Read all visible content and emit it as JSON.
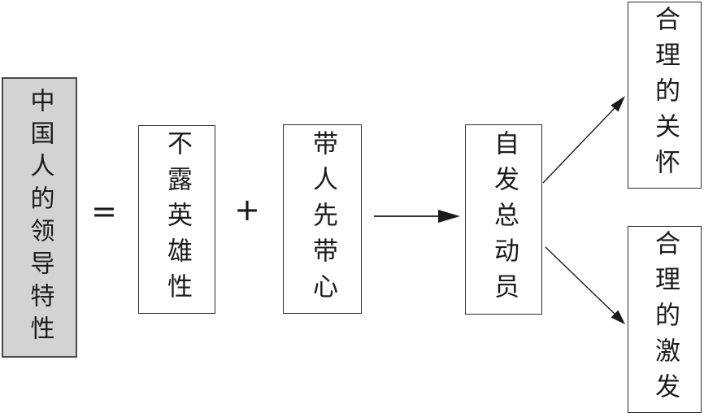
{
  "diagram": {
    "boxes": {
      "leadership": {
        "label": "中国人的领导特性"
      },
      "heroism": {
        "label": "不露英雄性"
      },
      "heart": {
        "label": "带人先带心"
      },
      "mobilization": {
        "label": "自发总动员"
      },
      "care": {
        "label": "合理的关怀"
      },
      "stimulation": {
        "label": "合理的激发"
      }
    },
    "operators": {
      "equals": "=",
      "plus": "+"
    },
    "connections": [
      {
        "from": "带人先带心",
        "to": "自发总动员",
        "type": "arrow-right"
      },
      {
        "from": "自发总动员",
        "to": "合理的关怀",
        "type": "arrow-up-right"
      },
      {
        "from": "自发总动员",
        "to": "合理的激发",
        "type": "arrow-down-right"
      }
    ],
    "colors": {
      "background": "#ffffff",
      "main_box_fill": "#d3d3d3",
      "box_border": "#2e2e2e",
      "text": "#1c1c1c",
      "arrow": "#1a1a1a"
    }
  }
}
